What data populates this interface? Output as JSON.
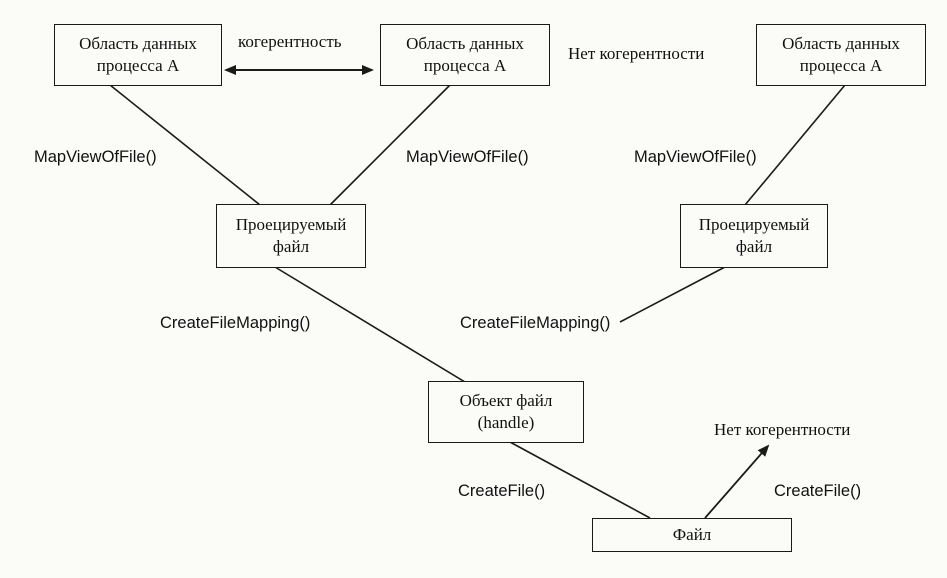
{
  "boxes": {
    "data_area_1": [
      "Область данных",
      "процесса А"
    ],
    "data_area_2": [
      "Область данных",
      "процесса А"
    ],
    "data_area_3": [
      "Область данных",
      "процесса А"
    ],
    "mapped_file_1": [
      "Проецируемый",
      "файл"
    ],
    "mapped_file_2": [
      "Проецируемый",
      "файл"
    ],
    "file_object": [
      "Объект файл",
      "(handle)"
    ],
    "file": [
      "Файл"
    ]
  },
  "labels": {
    "coherence": "когерентность",
    "no_coherence_top": "Нет когерентности",
    "no_coherence_bottom": "Нет когерентности",
    "map_view_1": "MapViewOfFile()",
    "map_view_2": "MapViewOfFile()",
    "map_view_3": "MapViewOfFile()",
    "create_mapping_1": "CreateFileMapping()",
    "create_mapping_2": "CreateFileMapping()",
    "create_file_1": "CreateFile()",
    "create_file_2": "CreateFile()"
  }
}
